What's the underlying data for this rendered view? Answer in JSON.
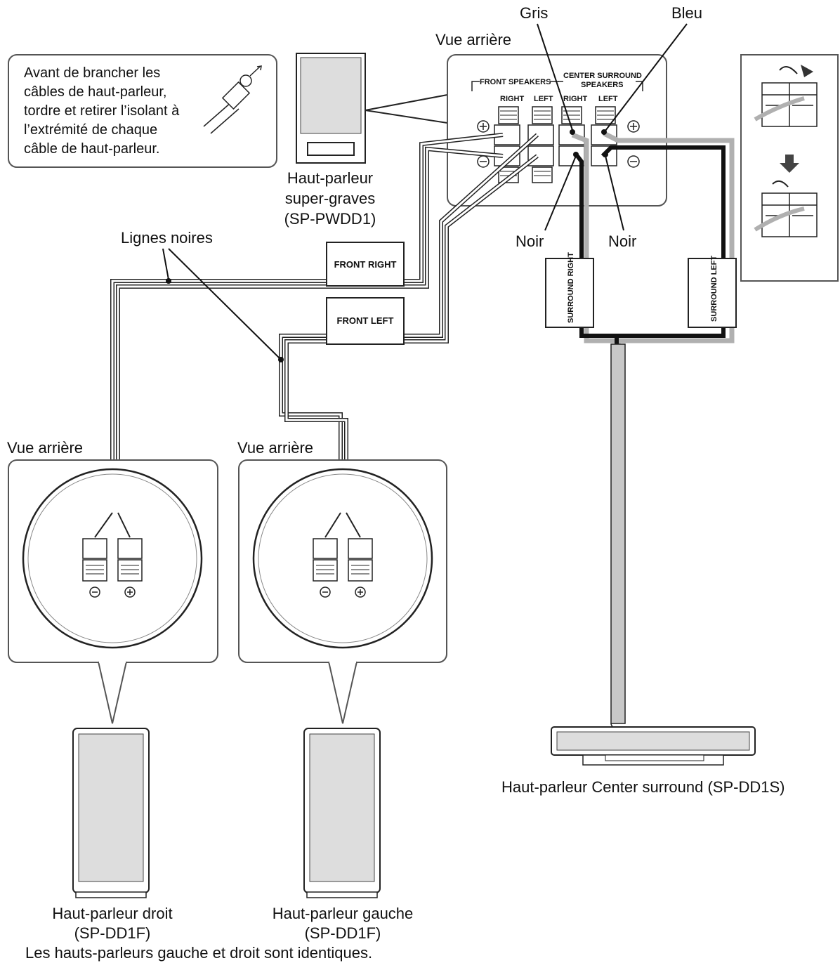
{
  "note": {
    "lines": [
      "Avant de brancher les",
      "câbles de haut-parleur,",
      "tordre et retirer l’isolant à",
      "l’extrémité de chaque",
      "câble de haut-parleur."
    ]
  },
  "subwoofer": {
    "label_lines": [
      "Haut-parleur",
      "super-graves",
      "(SP-PWDD1)"
    ]
  },
  "rear_view_top": "Vue arrière",
  "panel": {
    "front_speakers": "FRONT SPEAKERS",
    "center_surround": "CENTER SURROUND",
    "speakers": "SPEAKERS",
    "right": "RIGHT",
    "left": "LEFT",
    "right2": "RIGHT",
    "left2": "LEFT"
  },
  "callouts": {
    "gris": "Gris",
    "bleu": "Bleu",
    "noir1": "Noir",
    "noir2": "Noir",
    "lignes_noires": "Lignes noires"
  },
  "tags": {
    "front_right": "FRONT RIGHT",
    "front_left": "FRONT LEFT",
    "surround_right": "SURROUND RIGHT",
    "surround_left": "SURROUND LEFT"
  },
  "rear_view_left": "Vue arrière",
  "rear_view_mid": "Vue arrière",
  "speaker_right": {
    "line1": "Haut-parleur droit",
    "line2": "(SP-DD1F)"
  },
  "speaker_left": {
    "line1": "Haut-parleur gauche",
    "line2": "(SP-DD1F)"
  },
  "identical_note": "Les hauts-parleurs gauche et droit sont identiques.",
  "center_speaker": "Haut-parleur Center surround (SP-DD1S)",
  "colors": {
    "stroke": "#222222",
    "gray_wire": "#b0b0b0",
    "black_wire": "#111111",
    "panel_fill": "#ffffff"
  }
}
